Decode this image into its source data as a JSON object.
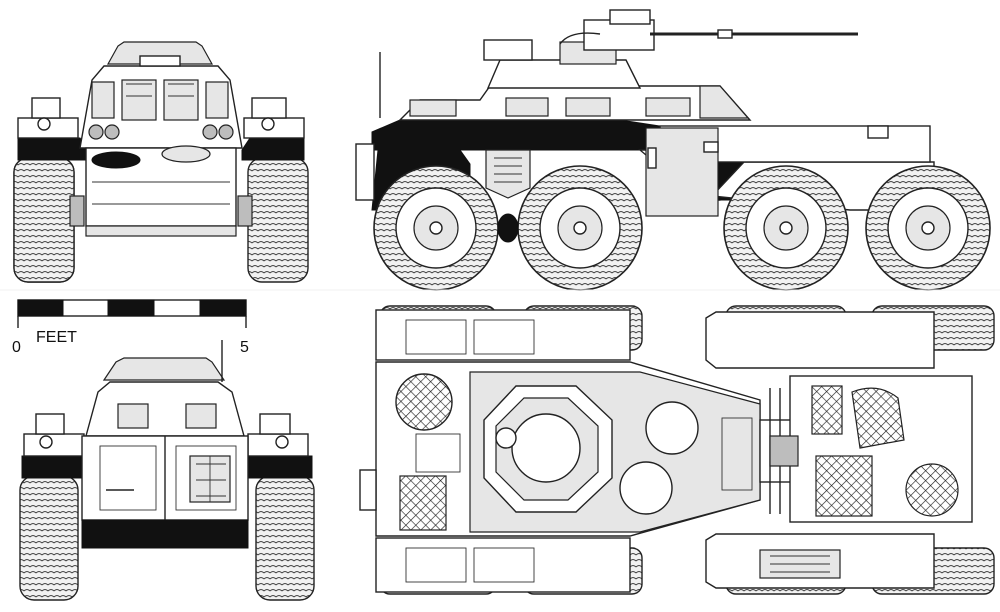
{
  "scale_bar": {
    "unit_label": "FEET",
    "start_label": "0",
    "end_label": "5"
  },
  "colors": {
    "ink": "#111111",
    "paper": "#ffffff",
    "shade_light": "#e6e6e6",
    "shade_mid": "#bdbdbd"
  }
}
